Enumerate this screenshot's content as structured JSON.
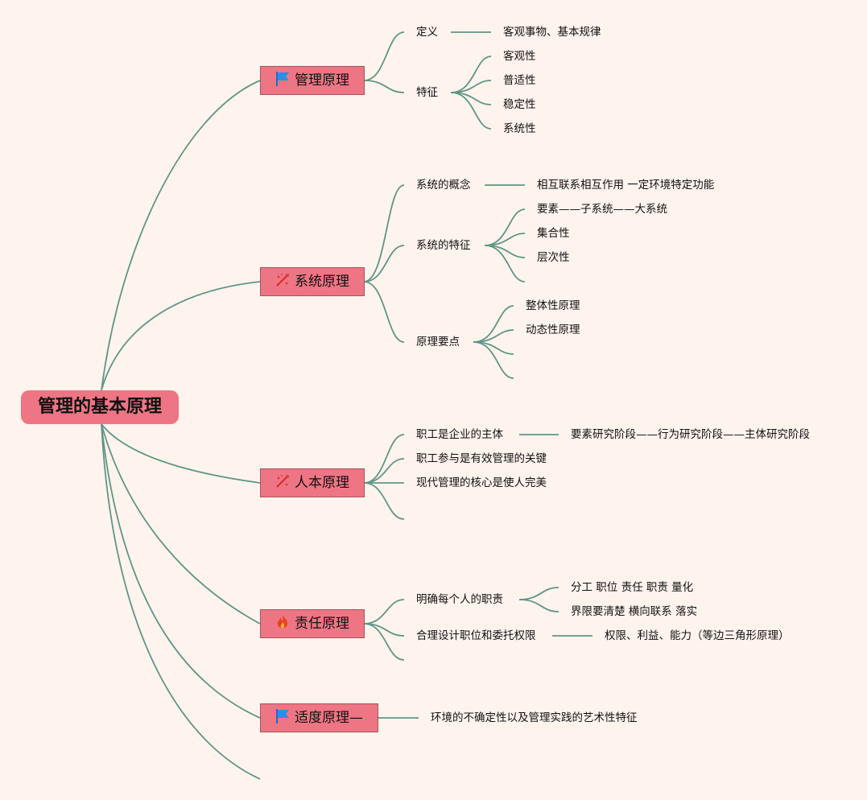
{
  "root": "管理的基本原理",
  "colors": {
    "background": "#fff3ee",
    "node": "#ee7584",
    "line": "#5e9784"
  },
  "b1": {
    "title": "管理原理",
    "icon": "flag-icon",
    "def_label": "定义",
    "def_value": "客观事物、基本规律",
    "feat_label": "特征",
    "feats": [
      "客观性",
      "普适性",
      "稳定性",
      "系统性"
    ]
  },
  "b2": {
    "title": "系统原理",
    "icon": "sparkle-icon",
    "concept_label": "系统的概念",
    "concept_value": "相互联系相互作用 一定环境特定功能",
    "feat_label": "系统的特征",
    "feats": [
      "要素——子系统——大系统",
      "集合性",
      "层次性"
    ],
    "points_label": "原理要点",
    "points": [
      "整体性原理",
      "动态性原理"
    ]
  },
  "b3": {
    "title": "人本原理",
    "icon": "sparkle-icon",
    "items": [
      "职工是企业的主体",
      "职工参与是有效管理的关键",
      "现代管理的核心是使人完美"
    ],
    "stage_value": "要素研究阶段——行为研究阶段——主体研究阶段"
  },
  "b4": {
    "title": "责任原理",
    "icon": "fire-icon",
    "duty_label": "明确每个人的职责",
    "duties": [
      "分工 职位 责任 职责 量化",
      "界限要清楚 横向联系 落实"
    ],
    "design_label": "合理设计职位和委托权限",
    "design_value": "权限、利益、能力（等边三角形原理）"
  },
  "b5": {
    "title": "适度原理—",
    "icon": "flag-icon",
    "value": "环境的不确定性以及管理实践的艺术性特征"
  }
}
